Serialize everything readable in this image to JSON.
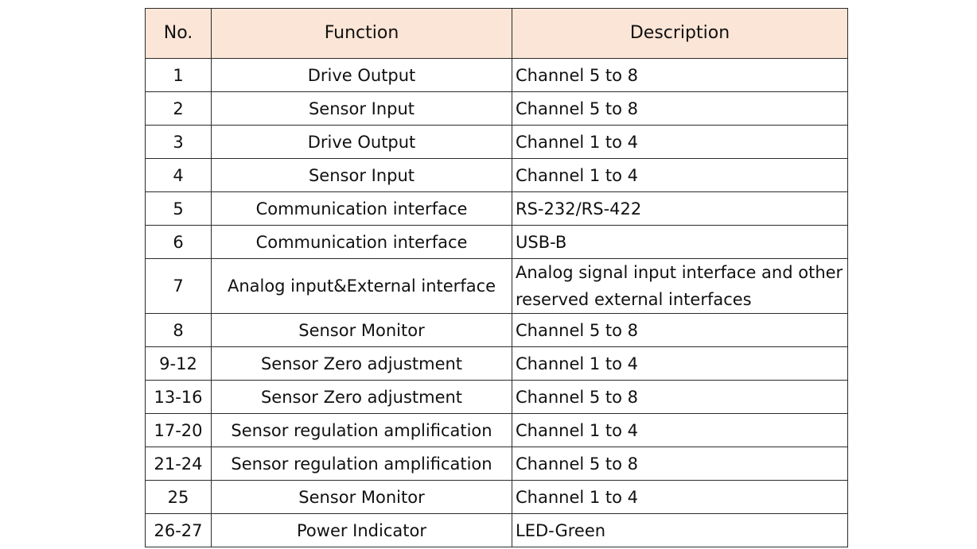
{
  "table": {
    "headers": {
      "no": "No.",
      "function": "Function",
      "description": "Description"
    },
    "rows": [
      {
        "no": "1",
        "function": "Drive Output",
        "description": "Channel 5 to 8"
      },
      {
        "no": "2",
        "function": "Sensor Input",
        "description": "Channel 5 to 8"
      },
      {
        "no": "3",
        "function": "Drive Output",
        "description": "Channel 1 to 4"
      },
      {
        "no": "4",
        "function": "Sensor Input",
        "description": "Channel 1 to 4"
      },
      {
        "no": "5",
        "function": "Communication interface",
        "description": "RS-232/RS-422"
      },
      {
        "no": "6",
        "function": "Communication interface",
        "description": "USB-B"
      },
      {
        "no": "7",
        "function": "Analog input&External interface",
        "description": "Analog signal input interface and other reserved external interfaces"
      },
      {
        "no": "8",
        "function": "Sensor Monitor",
        "description": "Channel 5 to 8"
      },
      {
        "no": "9-12",
        "function": "Sensor Zero adjustment",
        "description": "Channel 1 to 4"
      },
      {
        "no": "13-16",
        "function": "Sensor Zero adjustment",
        "description": "Channel 5 to 8"
      },
      {
        "no": "17-20",
        "function": "Sensor regulation amplification",
        "description": "Channel 1 to 4"
      },
      {
        "no": "21-24",
        "function": "Sensor regulation amplification",
        "description": "Channel 5 to 8"
      },
      {
        "no": "25",
        "function": "Sensor Monitor",
        "description": "Channel 1 to 4"
      },
      {
        "no": "26-27",
        "function": "Power Indicator",
        "description": "LED-Green"
      }
    ]
  },
  "colors": {
    "header_background": "#fbe5d6",
    "border": "#2b2b2b"
  }
}
